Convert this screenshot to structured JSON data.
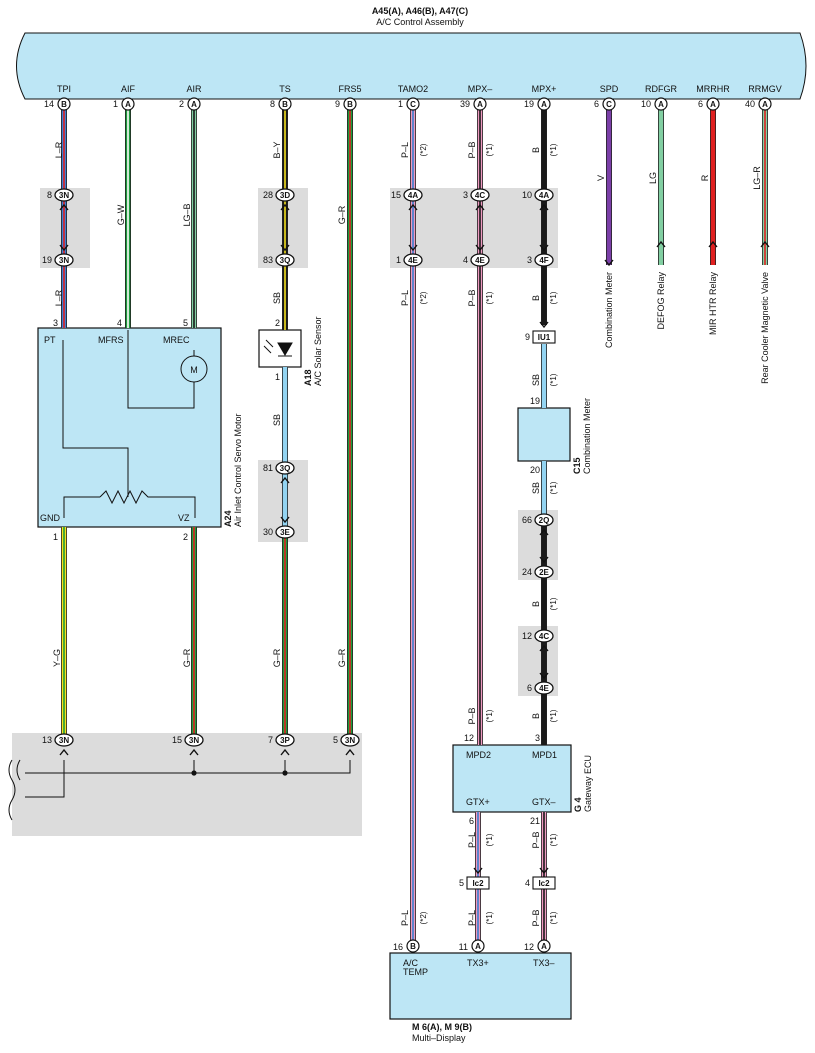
{
  "header": {
    "codes": "A45(A), A46(B), A47(C)",
    "name": "A/C Control Assembly"
  },
  "top_pins": [
    {
      "sig": "TPI",
      "num": "14",
      "conn": "B"
    },
    {
      "sig": "AIF",
      "num": "1",
      "conn": "A"
    },
    {
      "sig": "AIR",
      "num": "2",
      "conn": "A"
    },
    {
      "sig": "TS",
      "num": "8",
      "conn": "B"
    },
    {
      "sig": "FRS5",
      "num": "9",
      "conn": "B"
    },
    {
      "sig": "TAMO2",
      "num": "1",
      "conn": "C"
    },
    {
      "sig": "MPX–",
      "num": "39",
      "conn": "A"
    },
    {
      "sig": "MPX+",
      "num": "19",
      "conn": "A"
    },
    {
      "sig": "SPD",
      "num": "6",
      "conn": "C"
    },
    {
      "sig": "RDFGR",
      "num": "10",
      "conn": "A"
    },
    {
      "sig": "MRRHR",
      "num": "6",
      "conn": "A"
    },
    {
      "sig": "RRMGV",
      "num": "40",
      "conn": "A"
    }
  ],
  "wire_labels": {
    "tpi": "L–R",
    "aif": "G–W",
    "air": "LG–B",
    "ts": "B–Y",
    "frs5": "G–R",
    "tamo2": "P–L",
    "mpxm": "P–B",
    "mpxp": "B",
    "spd": "V",
    "rdfgr": "LG",
    "mrrhr": "R",
    "rrmgv": "LG–R",
    "sb": "SB",
    "yg": "Y–G",
    "gr": "G–R",
    "pl": "P–L",
    "pb": "P–B",
    "b": "B"
  },
  "notes": {
    "n1": "(*1)",
    "n2": "(*2)"
  },
  "junctions": {
    "j3N": "3N",
    "j3D": "3D",
    "j3Q": "3Q",
    "j3E": "3E",
    "j3P": "3P",
    "j4A": "4A",
    "j4C": "4C",
    "j4E": "4E",
    "j4F": "4F",
    "j2Q": "2Q",
    "j2E": "2E",
    "iu1": "IU1",
    "ic2": "Ic2"
  },
  "jnums": {
    "n8": "8",
    "n19": "19",
    "n28": "28",
    "n83": "83",
    "n15": "15",
    "n3": "3",
    "n10": "10",
    "n1": "1",
    "n4": "4",
    "n81": "81",
    "n30": "30",
    "n66": "66",
    "n24": "24",
    "n12": "12",
    "n6": "6",
    "n9": "9",
    "n13": "13",
    "n7": "7",
    "n5": "5",
    "n2": "2",
    "n20": "20",
    "n21": "21",
    "n11": "11",
    "n16": "16"
  },
  "a24": {
    "code": "A24",
    "name": "Air Inlet Control Servo Motor",
    "pt": "PT",
    "mfrs": "MFRS",
    "mrec": "MREC",
    "gnd": "GND",
    "vz": "VZ",
    "motor": "M"
  },
  "a18": {
    "code": "A18",
    "name": "A/C Solar Sensor"
  },
  "c15": {
    "code": "C15",
    "name": "Combination Meter"
  },
  "g4": {
    "code": "G 4",
    "name": "Gateway ECU",
    "mpd2": "MPD2",
    "mpd1": "MPD1",
    "gtxp": "GTX+",
    "gtxm": "GTX–"
  },
  "m6": {
    "code": "M 6(A), M 9(B)",
    "name": "Multi–Display",
    "actemp1": "A/C",
    "actemp2": "TEMP",
    "tx3p": "TX3+",
    "tx3m": "TX3–"
  },
  "ends": {
    "comb_meter": "Combination Meter",
    "defog": "DEFOG Relay",
    "mirhtr": "MIR HTR Relay",
    "rearcooler": "Rear Cooler Magnetic Valve"
  },
  "colors": {
    "bg_box": "#bde6f5",
    "junction_gray": "#dcdcdc",
    "L": "#3a7fd0",
    "R": "#e02020",
    "G": "#1e9b3c",
    "W": "#ffffff",
    "LG": "#82cfa2",
    "B": "#1a1a1a",
    "Y": "#f4e01e",
    "P": "#ee9ac0",
    "SB": "#93d4f2",
    "V": "#7b3fa8"
  }
}
